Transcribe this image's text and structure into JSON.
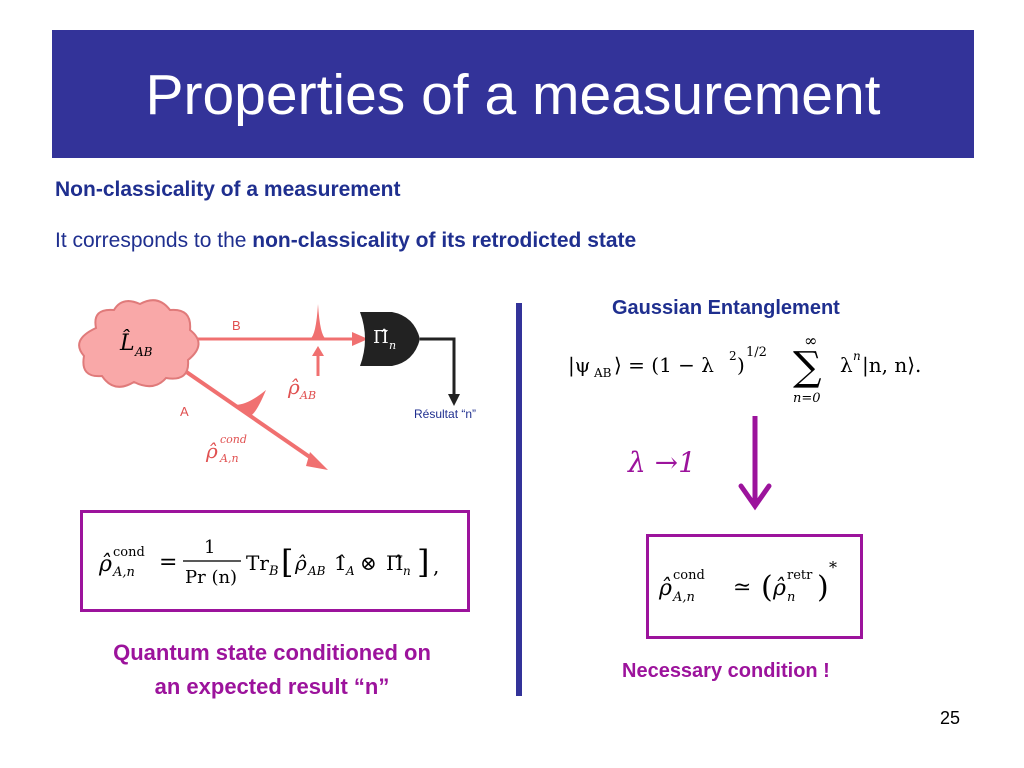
{
  "title": "Properties of a measurement",
  "subtitle": "Non-classicality of a measurement",
  "intro": {
    "prefix": "It corresponds to the ",
    "bold": "non-classicality of its retrodicted state"
  },
  "diagram": {
    "cloud_label": "L̂",
    "cloud_sub": "AB",
    "label_b": "B",
    "label_a": "A",
    "detector_label": "Π̂",
    "detector_sub": "n",
    "rho_ab": "ρ̂",
    "rho_ab_sub": "AB",
    "rho_cond": "ρ̂",
    "rho_cond_sup": "cond",
    "rho_cond_sub": "A,n",
    "result_label": "Résultat “n”"
  },
  "gaussian": {
    "title": "Gaussian Entanglement",
    "lhs": "|ψ",
    "lhs_sub": "AB",
    "eq": "⟩ = (1 − λ",
    "pow2": "2",
    "paren": ")",
    "half": "1/2",
    "sum_top": "∞",
    "sum_sym": "∑",
    "sum_bottom": "n=0",
    "rhs": "λ",
    "rhs_pow": "n",
    "rhs_end": "|n, n⟩."
  },
  "limit": "λ →1",
  "box_left": {
    "rho": "ρ̂",
    "sup": "cond",
    "sub": "A,n",
    "eq": "=",
    "num": "1",
    "den": "Pr (n)",
    "tr": "Tr",
    "tr_sub": "B",
    "bracket_open": "[",
    "inner_rho": "ρ̂",
    "inner_rho_sub": "AB",
    "one": "1̂",
    "one_sub": "A",
    "otimes": "⊗",
    "pi": "Π̂",
    "pi_sub": "n",
    "bracket_close": "]",
    "comma": ","
  },
  "box_right": {
    "rho": "ρ̂",
    "sup": "cond",
    "sub": "A,n",
    "approx": "≃",
    "open": "(",
    "rho2": "ρ̂",
    "sup2": "retr",
    "sub2": "n",
    "close": ")",
    "star": "*"
  },
  "caption_left_line1": "Quantum state conditioned on",
  "caption_left_line2": "an expected result “n”",
  "caption_right": "Necessary condition !",
  "page_number": "25",
  "colors": {
    "title_bg": "#333399",
    "text_blue": "#1f2f8f",
    "accent_purple": "#9c139c",
    "beam_pink": "#f07070",
    "cloud_pink": "#f9a8a8",
    "detector_dark": "#222222"
  }
}
